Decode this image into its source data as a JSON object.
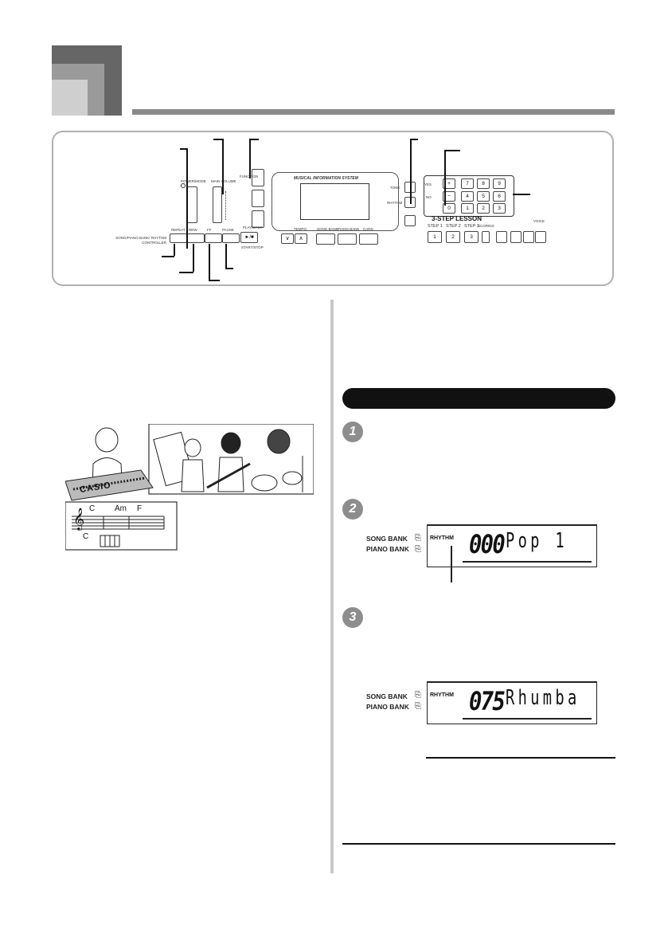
{
  "panel": {
    "power_mode": "POWER/MODE",
    "main_volume": "MAIN VOLUME",
    "function": "FUNCTION",
    "rhythm_controller_label": "SONG/PIANO BANK/ RHYTHM CONTROLLER",
    "controller_buttons": [
      "REPEAT",
      "REW",
      "FF",
      "PAUSE"
    ],
    "play_stop": "PLAY/STOP",
    "start_stop": "START/STOP",
    "display_brand": "MUSICAL INFORMATION SYSTEM",
    "tone": "TONE",
    "rhythm": "RHYTHM",
    "tempo": "TEMPO",
    "bank_buttons": [
      "SONG BANK",
      "PIANO BANK",
      "CARD"
    ],
    "lesson_title": "3-STEP LESSON",
    "lesson_steps": [
      "STEP 1",
      "STEP 2",
      "STEP 3"
    ],
    "lesson_keys": [
      "1",
      "2",
      "3"
    ],
    "number_keys": [
      "7",
      "8",
      "9",
      "4",
      "5",
      "6",
      "1",
      "2",
      "3"
    ],
    "yes_no": [
      "YES",
      "NO"
    ],
    "plus_minus": [
      "+",
      "−"
    ],
    "zero": "0",
    "scoring": "SCORING",
    "voice": "VOICE"
  },
  "illustration": {
    "brand": "CASIO",
    "chord_top": "C",
    "chord_2": "Am",
    "chord_3": "F",
    "chord_bottom": "C"
  },
  "steps": [
    "1",
    "2",
    "3"
  ],
  "display1": {
    "song_bank": "SONG BANK",
    "piano_bank": "PIANO BANK",
    "rhythm": "RHYTHM",
    "number": "000",
    "name": "Pop 1"
  },
  "display2": {
    "song_bank": "SONG BANK",
    "piano_bank": "PIANO BANK",
    "rhythm": "RHYTHM",
    "number": "075",
    "name": "Rhumba"
  },
  "colors": {
    "tab_dark": "#666666",
    "tab_mid": "#9a9a9a",
    "tab_light": "#cfcfcf",
    "pill": "#111111",
    "step_circle": "#8d8d8d"
  }
}
